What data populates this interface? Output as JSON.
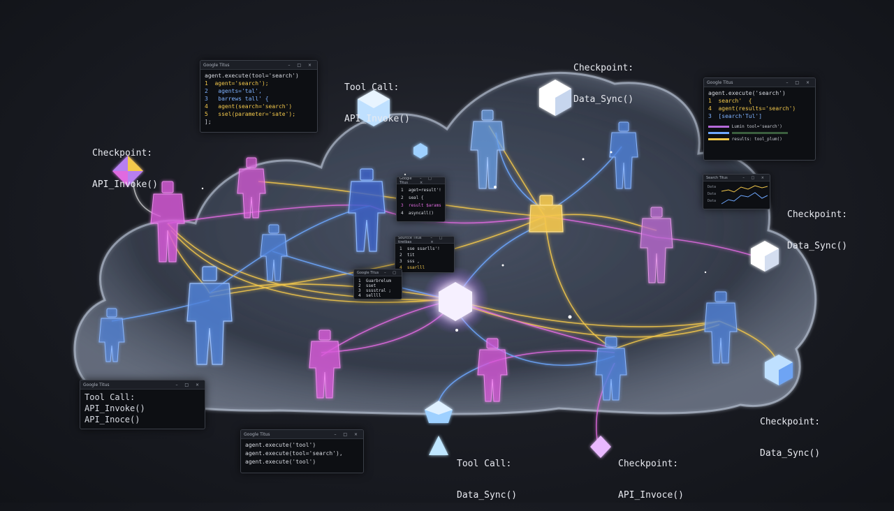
{
  "labels": {
    "tool_call_top": [
      "Tool Call:",
      "API_Invoke()"
    ],
    "checkpoint_top_center": [
      "Checkpoint:",
      "Data_Sync()"
    ],
    "checkpoint_left": [
      "Checkpoint:",
      "API_Invoke()"
    ],
    "checkpoint_right": [
      "Checkpoint:",
      "Data_Sync()"
    ],
    "checkpoint_bottom_right": [
      "Checkpoint:",
      "Data_Sync()"
    ],
    "tool_call_bottom": [
      "Tool Call:",
      "Data_Sync()"
    ],
    "checkpoint_bottom": [
      "Checkpoint:",
      "API_Invoce()"
    ]
  },
  "windows": {
    "top_left": {
      "title": "Google Titus",
      "controls": "– □ ×",
      "lines": [
        "agent.execute(tool='search')",
        "1  agent='search');",
        "2   agents='tal',",
        "3   barrews tall' {",
        "4   agent(search='search')",
        "5   ssel(parameter='sate');",
        "];"
      ]
    },
    "top_right": {
      "title": "Google Titus",
      "controls": "– □ ×",
      "lines": [
        "agent.execute('search')",
        "1  search'  {",
        "4  agent(results='search')",
        "3  [search'Tul']"
      ],
      "bars": [
        "Lumin tool='search')",
        "",
        "results: tool_plum()"
      ]
    },
    "right_chart": {
      "title": "Search Titus",
      "controls": "– □ ×",
      "rows": [
        "Data",
        "Data",
        "Data"
      ]
    },
    "bottom_left": {
      "title": "Google Titus",
      "controls": "– □ ×",
      "lines": [
        "Tool Call:",
        "API_Invoke()",
        "API_Inoce()"
      ]
    },
    "bottom_center": {
      "title": "Google Titus",
      "controls": "– □ ×",
      "lines": [
        "agent.execute('tool')",
        "agent.execute(tool='search'),",
        "agent.execute('tool')"
      ]
    },
    "mid_1": {
      "title": "Google Titus",
      "controls": "– □ ×",
      "lines": [
        "1  aget=result'!",
        "2  seal {",
        "3  result $arams",
        "4  asyncall()"
      ]
    },
    "mid_2": {
      "title": "Sourcce Titus tiretbas",
      "controls": "– □ ×",
      "lines": [
        "1  sse ssarlls'!",
        "2  tit",
        "3  sss ,",
        "4  ssarlll"
      ]
    },
    "mid_3": {
      "title": "Google Titus",
      "controls": "– □",
      "lines": [
        "1  Guarbrelum",
        "2  sset",
        "3  sssstral ;",
        "4  sellll"
      ]
    }
  },
  "colors": {
    "yellow": "#f3c84b",
    "magenta": "#e06be0",
    "blue": "#6fa8ff",
    "white_node": "#f4f2ff",
    "cloud": "#c9d3e6"
  }
}
